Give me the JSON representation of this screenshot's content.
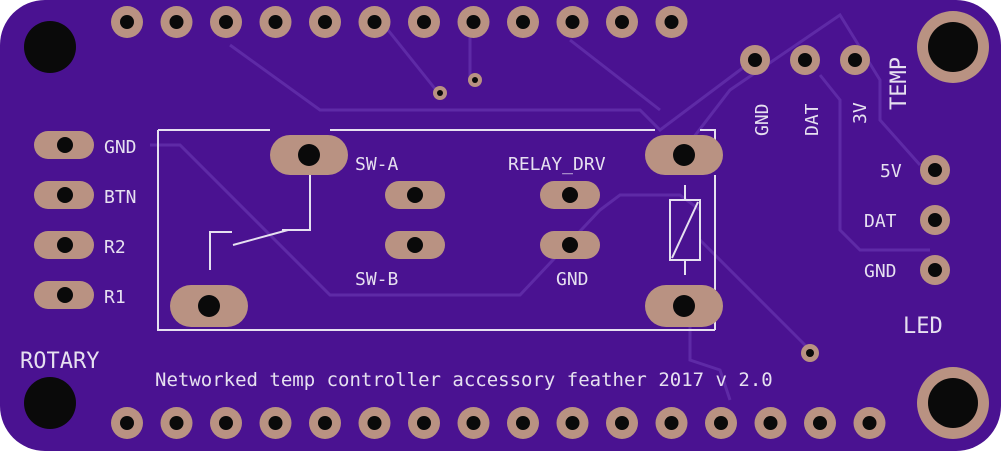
{
  "colors": {
    "board": "#4a1291",
    "trace": "#5e2aa6",
    "pad": "#b99282",
    "hole": "#0a0a0a",
    "silk": "#e6e0f0"
  },
  "labels": {
    "rotary_pins": [
      "GND",
      "BTN",
      "R2",
      "R1"
    ],
    "rotary_title": "ROTARY",
    "sw_a": "SW-A",
    "sw_b": "SW-B",
    "relay_drv": "RELAY_DRV",
    "relay_gnd": "GND",
    "temp_pins": [
      "GND",
      "DAT",
      "3V"
    ],
    "temp_title": "TEMP",
    "led_pins": [
      "5V",
      "DAT",
      "GND"
    ],
    "led_title": "LED",
    "footer": "Networked temp controller accessory feather 2017 v 2.0"
  }
}
